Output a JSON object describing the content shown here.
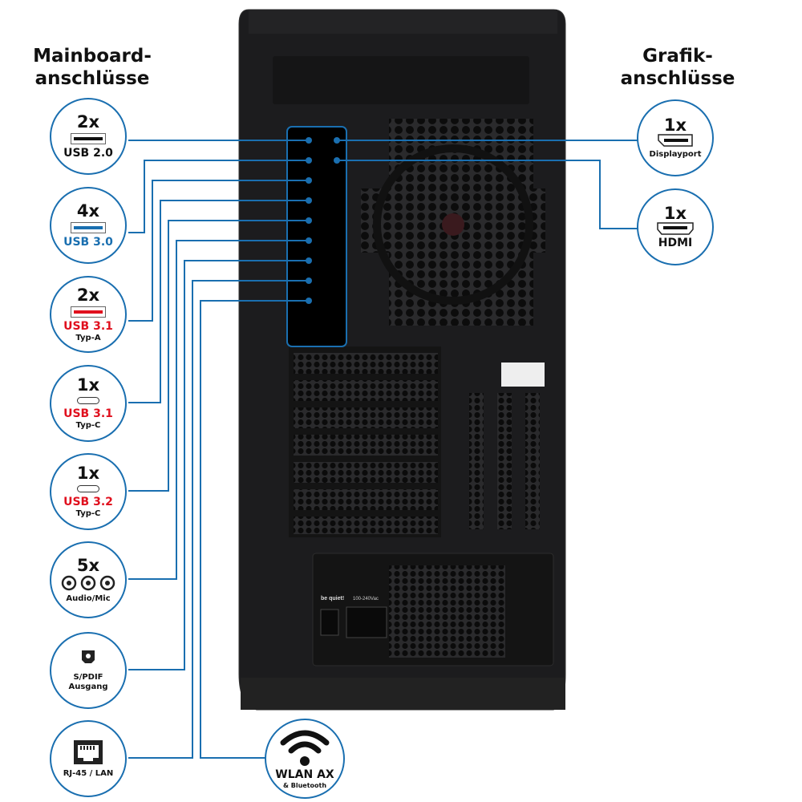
{
  "headings": {
    "mainboard": [
      "Mainboard-",
      "anschlüsse"
    ],
    "graphics": [
      "Grafik-",
      "anschlüsse"
    ]
  },
  "mainboard_ports": [
    {
      "count": "2x",
      "label": "USB 2.0",
      "icon": "usb-a-port-icon",
      "color": "#111111"
    },
    {
      "count": "4x",
      "label": "USB 3.0",
      "icon": "usb-a-port-icon",
      "color": "#1a6fb0"
    },
    {
      "count": "2x",
      "label": "USB 3.1",
      "sub": "Typ-A",
      "icon": "usb-a-port-icon",
      "color": "#e0101e"
    },
    {
      "count": "1x",
      "label": "USB 3.1",
      "sub": "Typ-C",
      "icon": "usb-c-port-icon",
      "color": "#e0101e"
    },
    {
      "count": "1x",
      "label": "USB 3.2",
      "sub": "Typ-C",
      "icon": "usb-c-port-icon",
      "color": "#e0101e"
    },
    {
      "count": "5x",
      "label": "Audio/Mic",
      "icon": "audio-jack-icon"
    },
    {
      "label": "S/PDIF",
      "sub": "Ausgang",
      "icon": "spdif-port-icon"
    },
    {
      "label": "RJ-45 / LAN",
      "icon": "ethernet-port-icon"
    }
  ],
  "wlan": {
    "label": "WLAN AX",
    "sub": "& Bluetooth",
    "icon": "wifi-icon"
  },
  "graphics_ports": [
    {
      "count": "1x",
      "label": "Displayport",
      "icon": "displayport-icon"
    },
    {
      "count": "1x",
      "label": "HDMI",
      "icon": "hdmi-port-icon"
    }
  ],
  "psu": {
    "brand": "be quiet!",
    "voltage": "100-240Vac"
  },
  "colors": {
    "accent": "#1a6fb0",
    "red": "#e0101e",
    "case": "#1c1c1e"
  }
}
